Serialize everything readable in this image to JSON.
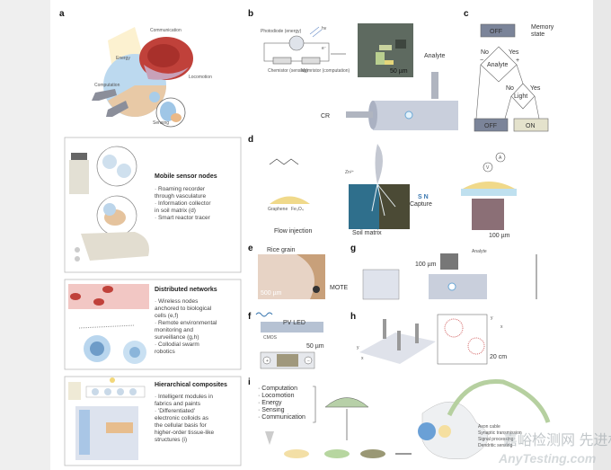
{
  "panels": {
    "a": {
      "label": "a",
      "callouts": [
        "Communication",
        "Energy",
        "Locomotion",
        "Computation",
        "Sensing"
      ]
    },
    "b": {
      "label": "b",
      "photodiode": "Photodiode (energy)",
      "hv": "hv",
      "electron": "e⁻",
      "chemistor": "Chemistor (sensing)",
      "memristor": "Memristor (computation)",
      "scale": "50 µm",
      "analyte": "Analyte",
      "cr": "CR"
    },
    "c": {
      "label": "c",
      "off_top": "OFF",
      "memory_state": [
        "Memory",
        "state"
      ],
      "analyte": "Analyte",
      "light": "Light",
      "no": "No",
      "yes": "Yes",
      "minus": "−",
      "plus": "+",
      "off_bottom": "OFF",
      "on": "ON"
    },
    "d": {
      "label": "d",
      "zn": "Zn²⁺",
      "graphene": "Graphene",
      "fe3o4": "Fe₃O₄",
      "flow_injection": "Flow injection",
      "soil_matrix": "Soil matrix",
      "capture": "Capture",
      "sn": "S N",
      "ammeter": "A",
      "voltmeter": "V",
      "scale": "100 µm"
    },
    "e": {
      "label": "e",
      "rice": "Rice grain",
      "mote": "MOTE",
      "scale": "500 µm"
    },
    "f": {
      "label": "f",
      "pvled": "PV LED",
      "cmos": "CMOS",
      "scale": "50 µm",
      "plus": "+",
      "minus": "−"
    },
    "g": {
      "label": "g",
      "scale": "100 µm",
      "analyte": "Analyte"
    },
    "h": {
      "label": "h",
      "axis_y": "y",
      "axis_x": "x",
      "scale": "20 cm"
    },
    "i": {
      "label": "i",
      "functions": [
        "· Computation",
        "· Locomotion",
        "· Energy",
        "· Sensing",
        "· Communication"
      ],
      "legend": [
        "Axon cable",
        "Synaptic transmission",
        "Signal processing",
        "Dendritic sensing"
      ]
    }
  },
  "boxes": [
    {
      "title": "Mobile sensor nodes",
      "lines": [
        "· Roaming recorder",
        "  through vasculature",
        "· Information collector",
        "  in soil matrix (d)",
        "· Smart reactor tracer"
      ]
    },
    {
      "title": "Distributed networks",
      "lines": [
        "· Wireless nodes",
        "  anchored to biological",
        "  cells (e,f)",
        "· Remote environmental",
        "  monitoring and",
        "  surveillance (g,h)",
        "· Collodial swarm",
        "  robotics"
      ]
    },
    {
      "title": "Hierarchical composites",
      "lines": [
        "· Intelligent modules in",
        "  fabrics and paints",
        "· 'Differentiated'",
        "  electronic colloids as",
        "  the cellular basis for",
        "  higher-order tissue-like",
        "  structures (i)"
      ]
    }
  ],
  "watermark": {
    "cn": "嘉峪检测网 先进材料",
    "en": "AnyTesting.com"
  },
  "colors": {
    "off_box": "#7b8499",
    "on_box": "#e4e2cc",
    "red_cell": "#c0413a",
    "tube": "#c9cfdc",
    "soil": "#2f6f8c"
  }
}
